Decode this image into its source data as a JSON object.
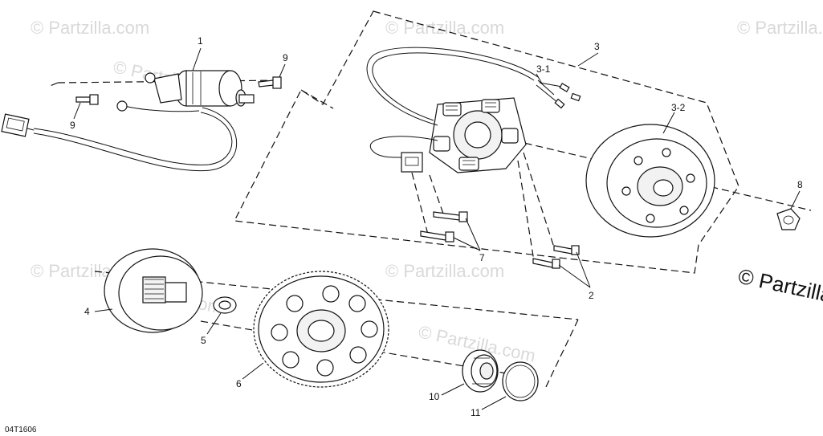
{
  "diagram": {
    "callouts": {
      "starter_motor": "1",
      "pulser_coil_screws": "2",
      "stator_assembly_group": "3",
      "stator_coil": "3-1",
      "flywheel_rotor": "3-2",
      "flywheel_nut": "8",
      "starter_bolt_right": "9",
      "starter_bolt_left": "9",
      "stator_bolts": "7",
      "starter_clutch": "4",
      "washer": "5",
      "starter_driven_gear": "6",
      "bearing": "10",
      "snap_ring": "11"
    },
    "watermark": "© Partzilla.com",
    "corner_watermark": "© Partzilla",
    "diagram_code": "04T1606"
  }
}
